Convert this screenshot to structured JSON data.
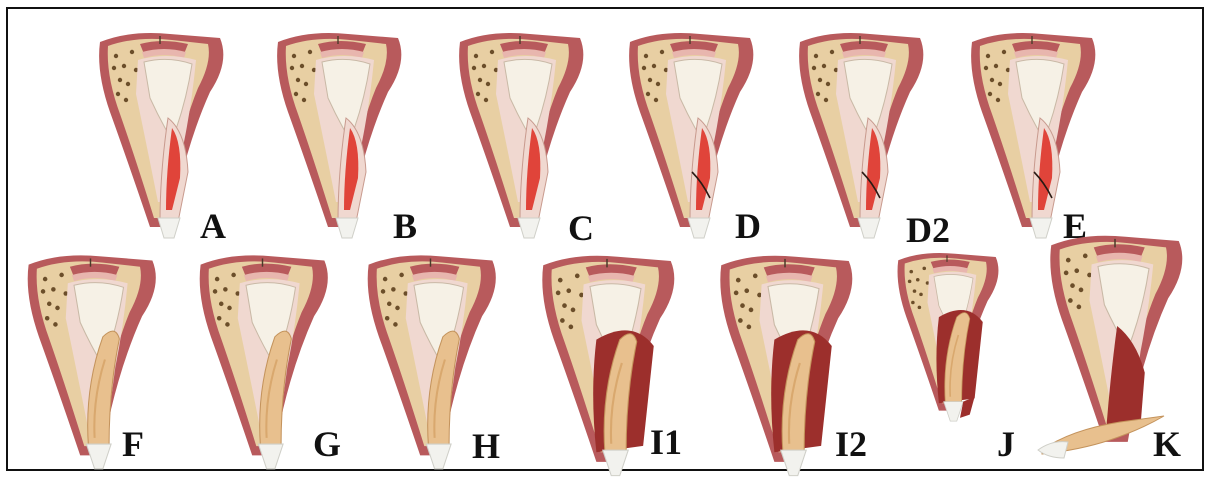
{
  "figure": {
    "panels": [
      {
        "id": "A",
        "label": "A",
        "stage": "pulp"
      },
      {
        "id": "B",
        "label": "B",
        "stage": "pulp"
      },
      {
        "id": "C",
        "label": "C",
        "stage": "pulp"
      },
      {
        "id": "D",
        "label": "D",
        "stage": "crack"
      },
      {
        "id": "D2",
        "label": "D2",
        "stage": "crack"
      },
      {
        "id": "E",
        "label": "E",
        "stage": "crack"
      },
      {
        "id": "F",
        "label": "F",
        "stage": "resorption"
      },
      {
        "id": "G",
        "label": "G",
        "stage": "resorption"
      },
      {
        "id": "H",
        "label": "H",
        "stage": "resorption"
      },
      {
        "id": "I1",
        "label": "I1",
        "stage": "flap"
      },
      {
        "id": "I2",
        "label": "I2",
        "stage": "flap"
      },
      {
        "id": "J",
        "label": "J",
        "stage": "flap-elevated"
      },
      {
        "id": "K",
        "label": "K",
        "stage": "extracted"
      }
    ]
  },
  "colors": {
    "gingiva": "#b85a5c",
    "gingiva_light": "#e8b6ae",
    "bone": "#e8cfa3",
    "bone_dot": "#6b4e2a",
    "root_sheath": "#f0d8d0",
    "sinus": "#f6f1e6",
    "pulp": "#e0443a",
    "dentin": "#e8c08e",
    "enamel": "#f2f2ee",
    "socket": "#9c2f2c"
  }
}
